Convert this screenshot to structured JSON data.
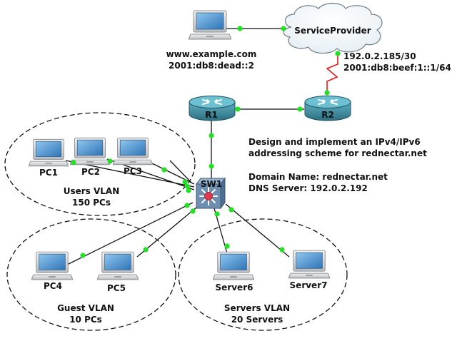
{
  "colors": {
    "link": "#111111",
    "wan_link": "#e01818",
    "port_led": "#22e022",
    "router_body": "#3d8ea0",
    "switch_body": "#6f8fb0",
    "vlan_border": "#111111"
  },
  "icons": {
    "host": "laptop-computer-icon",
    "router": "router-icon",
    "switch": "multilayer-switch-icon",
    "cloud": "cloud-icon"
  },
  "nodes": {
    "server_web": {
      "name": "www.example.com",
      "address": "2001:db8:dead::2"
    },
    "service_provider": {
      "name": "ServiceProvider"
    },
    "r1": {
      "name": "R1"
    },
    "r2": {
      "name": "R2"
    },
    "sw1": {
      "name": "SW1"
    },
    "pc1": {
      "name": "PC1"
    },
    "pc2": {
      "name": "PC2"
    },
    "pc3": {
      "name": "PC3"
    },
    "pc4": {
      "name": "PC4"
    },
    "pc5": {
      "name": "PC5"
    },
    "server6": {
      "name": "Server6"
    },
    "server7": {
      "name": "Server7"
    }
  },
  "wan_link": {
    "ipv4": "192.0.2.185/30",
    "ipv6": "2001:db8:beef:1::1/64"
  },
  "vlans": {
    "users": {
      "name": "Users VLAN",
      "count": "150 PCs"
    },
    "guest": {
      "name": "Guest VLAN",
      "count": "10 PCs"
    },
    "servers": {
      "name": "Servers VLAN",
      "count": "20 Servers"
    }
  },
  "info": {
    "line1": "Design and implement an IPv4/IPv6",
    "line2": "addressing scheme for rednectar.net",
    "domain": "Domain Name: rednectar.net",
    "dns": "DNS Server: 192.0.2.192"
  }
}
